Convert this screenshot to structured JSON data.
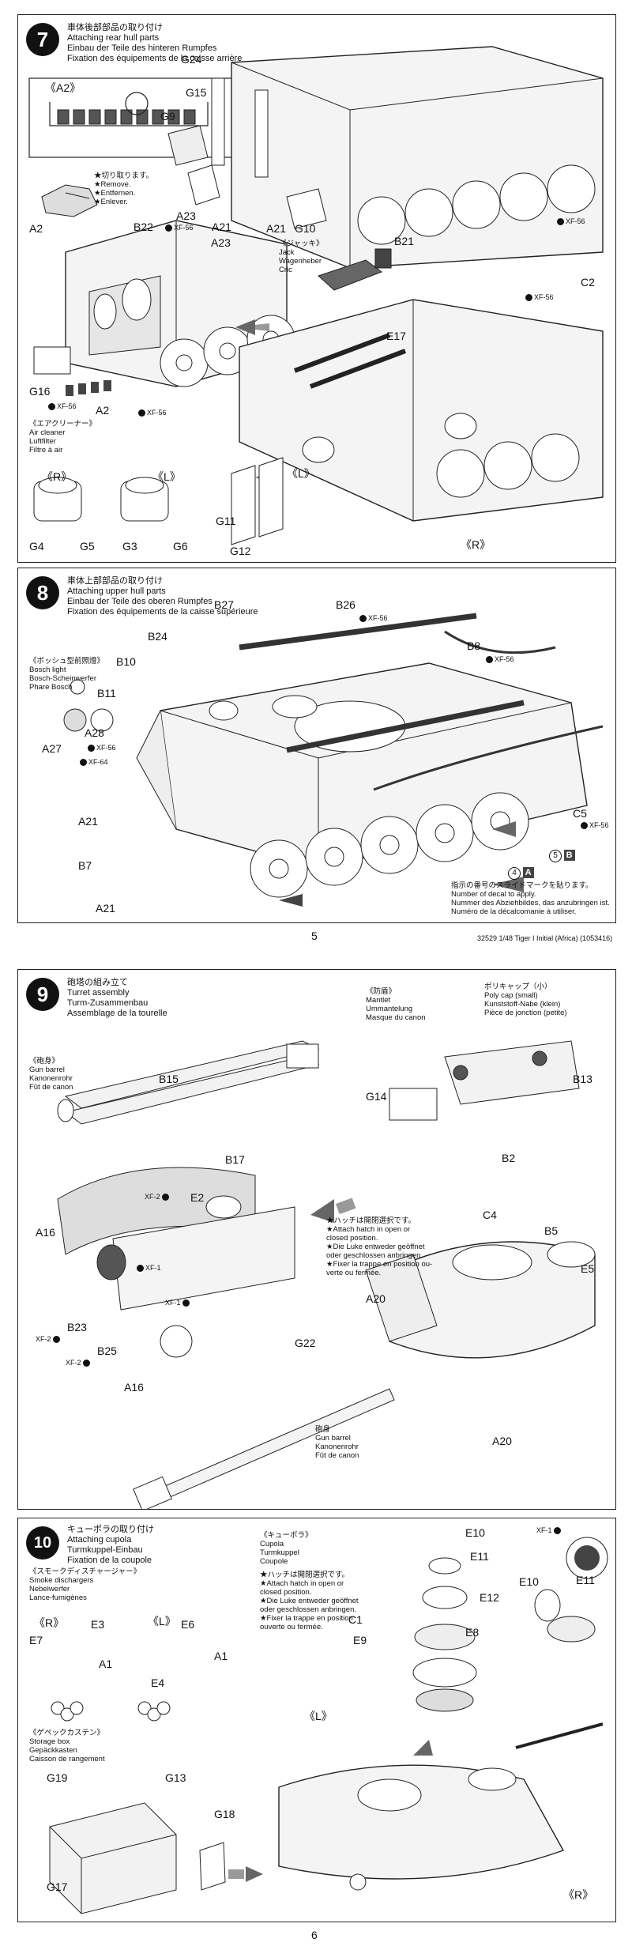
{
  "page5": {
    "number": "5",
    "footer": "32529  1/48 Tiger I Initial (Africa) (1053416)",
    "step7": {
      "num": "7",
      "jp": "車体後部部品の取り付け",
      "en": "Attaching rear hull parts",
      "de": "Einbau der Teile des hinteren Rumpfes",
      "fr": "Fixation des équipements de la caisse arrière",
      "inset_label": "《A2》",
      "cut_notes": [
        "★切り取ります。",
        "★Remove.",
        "★Entfernen.",
        "★Enlever."
      ],
      "jack_titles": [
        "《ジャッキ》",
        "Jack",
        "Wagenheber",
        "Cric"
      ],
      "air_titles": [
        "《エアクリーナー》",
        "Air cleaner",
        "Luftfilter",
        "Filtre à air"
      ],
      "R": "《R》",
      "L": "《L》",
      "parts": {
        "A2": "A2",
        "G24": "G24",
        "G15": "G15",
        "G9": "G9",
        "A23a": "A23",
        "A21a": "A21",
        "A23b": "A23",
        "A21b": "A21",
        "G10": "G10",
        "B22": "B22",
        "B21": "B21",
        "C2": "C2",
        "G16": "G16",
        "A2b": "A2",
        "E17": "E17",
        "G4": "G4",
        "G5": "G5",
        "G3": "G3",
        "G6": "G6",
        "G11": "G11",
        "G12": "G12",
        "Rb": "《R》",
        "Lb": "《L》"
      },
      "paints": [
        "XF-56",
        "XF-56",
        "XF-56",
        "XF-56",
        "XF-56"
      ]
    },
    "step8": {
      "num": "8",
      "jp": "車体上部部品の取り付け",
      "en": "Attaching upper hull parts",
      "de": "Einbau der Teile des oberen Rumpfes",
      "fr": "Fixation des équipements de la caisse supérieure",
      "bosch_titles": [
        "《ボッシュ型前照燈》",
        "Bosch light",
        "Bosch-Scheinwerfer",
        "Phare Bosch"
      ],
      "parts": {
        "B27": "B27",
        "B26": "B26",
        "B24": "B24",
        "B10": "B10",
        "B8": "B8",
        "B11": "B11",
        "A27": "A27",
        "A28": "A28",
        "A21a": "A21",
        "B7": "B7",
        "A21b": "A21",
        "C5": "C5"
      },
      "paints": [
        "XF-56",
        "XF-56",
        "XF-56",
        "XF-64",
        "XF-56"
      ],
      "decal_marks": [
        {
          "num": "5",
          "letter": "B"
        },
        {
          "num": "4",
          "letter": "A"
        }
      ],
      "decal_notes": [
        "指示の番号のスライドマークを貼ります。",
        "Number of decal to apply.",
        "Nummer des Abziehbildes, das anzubringen ist.",
        "Numéro de la décalcomanie à utiliser."
      ]
    }
  },
  "page6": {
    "number": "6",
    "step9": {
      "num": "9",
      "jp": "砲塔の組み立て",
      "en": "Turret assembly",
      "de": "Turm-Zusammenbau",
      "fr": "Assemblage de la tourelle",
      "barrel_titles": [
        "《砲身》",
        "Gun barrel",
        "Kanonenrohr",
        "Fût de canon"
      ],
      "mantlet_titles": [
        "《防盾》",
        "Mantlet",
        "Ummantelung",
        "Masque du canon"
      ],
      "polycap_notes": [
        "ポリキャップ（小）",
        "Poly cap (small)",
        "Kunststoff-Nabe (klein)",
        "Pièce de jonction (petite)"
      ],
      "hatch_notes": [
        "★ハッチは開閉選択です。",
        "★Attach hatch in open or",
        "closed position.",
        "★Die Luke entweder geöffnet",
        "oder geschlossen anbringen.",
        "★Fixer la trappe en position ou-",
        "verte ou fermée."
      ],
      "barrel_label": [
        "砲身",
        "Gun barrel",
        "Kanonenrohr",
        "Fût de canon"
      ],
      "parts": {
        "B15": "B15",
        "B17": "B17",
        "B13": "B13",
        "G14": "G14",
        "B2": "B2",
        "E2": "E2",
        "A16a": "A16",
        "C4": "C4",
        "B5": "B5",
        "E5": "E5",
        "A20a": "A20",
        "B23": "B23",
        "B25": "B25",
        "G22": "G22",
        "A16b": "A16",
        "A20b": "A20"
      },
      "paints": [
        "XF-2",
        "XF-1",
        "XF-1",
        "XF-2",
        "XF-2"
      ]
    },
    "step10": {
      "num": "10",
      "jp": "キューポラの取り付け",
      "en": "Attaching cupola",
      "de": "Turmkuppel-Einbau",
      "fr": "Fixation de la coupole",
      "smoke_titles": [
        "《スモークディスチャージャー》",
        "Smoke dischargers",
        "Nebelwerfer",
        "Lance-fumigènes"
      ],
      "cupola_titles": [
        "《キューポラ》",
        "Cupola",
        "Turmkuppel",
        "Coupole"
      ],
      "hatch_notes": [
        "★ハッチは開閉選択です。",
        "★Attach hatch in open or",
        "closed position.",
        "★Die Luke entweder geöffnet",
        "oder geschlossen anbringen.",
        "★Fixer la trappe en position",
        "ouverte ou fermée."
      ],
      "storage_titles": [
        "《ゲペックカステン》",
        "Storage box",
        "Gepäckkasten",
        "Caisson de rangement"
      ],
      "R": "《R》",
      "L": "《L》",
      "parts": {
        "E10": "E10",
        "E11": "E11",
        "E12": "E12",
        "C1": "C1",
        "E9": "E9",
        "E8": "E8",
        "E10b": "E10",
        "E11b": "E11",
        "E3": "E3",
        "E6": "E6",
        "E7": "E7",
        "A1a": "A1",
        "A1b": "A1",
        "E4": "E4",
        "G19": "G19",
        "G13": "G13",
        "G18": "G18",
        "G17": "G17",
        "Lc": "《L》",
        "Rc": "《R》"
      },
      "paints": [
        "XF-1"
      ]
    }
  }
}
